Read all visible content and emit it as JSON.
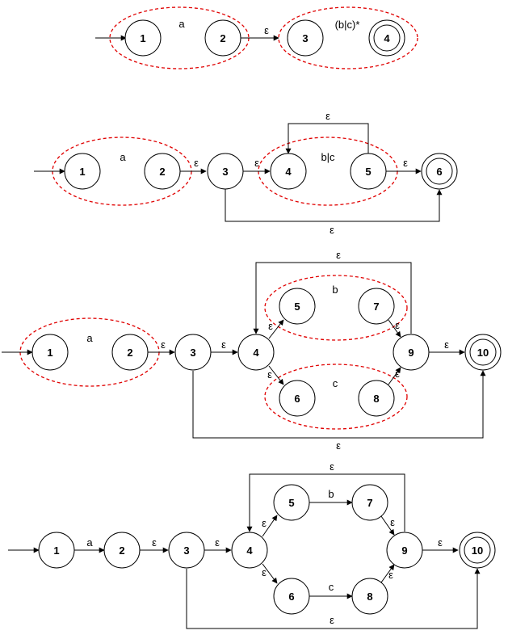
{
  "colors": {
    "stroke": "#000000",
    "group": "#e00000",
    "background": "#ffffff"
  },
  "diagrams": [
    {
      "states": [
        "1",
        "2",
        "3",
        "4"
      ],
      "labels": [
        "a",
        "ε",
        "(b|c)*"
      ]
    },
    {
      "states": [
        "1",
        "2",
        "3",
        "4",
        "5",
        "6"
      ],
      "labels": [
        "a",
        "ε",
        "ε",
        "b|c",
        "ε",
        "ε",
        "ε"
      ]
    },
    {
      "states": [
        "1",
        "2",
        "3",
        "4",
        "5",
        "7",
        "6",
        "8",
        "9",
        "10"
      ],
      "labels": [
        "a",
        "ε",
        "ε",
        "ε",
        "b",
        "ε",
        "ε",
        "c",
        "ε",
        "ε",
        "ε",
        "ε"
      ]
    },
    {
      "states": [
        "1",
        "2",
        "3",
        "4",
        "5",
        "7",
        "6",
        "8",
        "9",
        "10"
      ],
      "labels": [
        "a",
        "ε",
        "ε",
        "ε",
        "b",
        "ε",
        "ε",
        "c",
        "ε",
        "ε",
        "ε",
        "ε"
      ]
    }
  ]
}
